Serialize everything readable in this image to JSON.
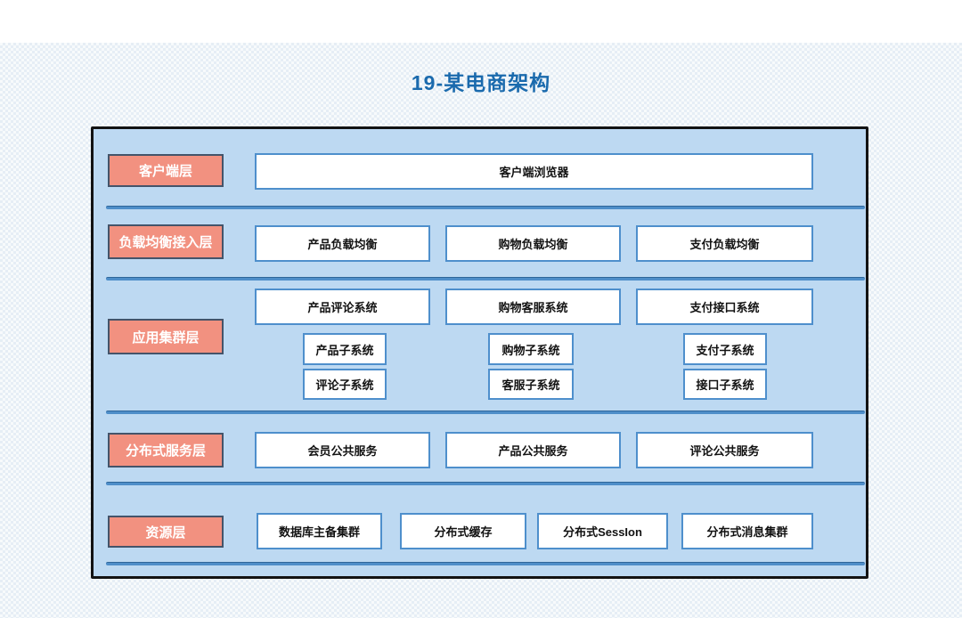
{
  "page": {
    "title": "19-某电商架构"
  },
  "theme": {
    "title-color": "#1a6aad",
    "page-bg": "#f7fafc",
    "container-fill": "#bdd9f2",
    "container-border": "#131313",
    "label-fill": "#f29180",
    "label-border": "#44546a",
    "label-text": "#ffffff",
    "box-fill": "#ffffff",
    "box-border": "#4e8fcc",
    "box-text": "#121212",
    "divider-color": "#4e8ec9"
  },
  "diagram": {
    "layers": [
      {
        "name": "客户端层",
        "rows": [
          [
            "客户端浏览器"
          ]
        ]
      },
      {
        "name": "负载均衡接入层",
        "rows": [
          [
            "产品负载均衡",
            "购物负载均衡",
            "支付负载均衡"
          ]
        ]
      },
      {
        "name": "应用集群层",
        "rows": [
          [
            "产品评论系统",
            "购物客服系统",
            "支付接口系统"
          ],
          [
            "产品子系统",
            "购物子系统",
            "支付子系统"
          ],
          [
            "评论子系统",
            "客服子系统",
            "接口子系统"
          ]
        ]
      },
      {
        "name": "分布式服务层",
        "rows": [
          [
            "会员公共服务",
            "产品公共服务",
            "评论公共服务"
          ]
        ]
      },
      {
        "name": "资源层",
        "rows": [
          [
            "数据库主备集群",
            "分布式缓存",
            "分布式SessIon",
            "分布式消息集群"
          ]
        ]
      }
    ]
  }
}
